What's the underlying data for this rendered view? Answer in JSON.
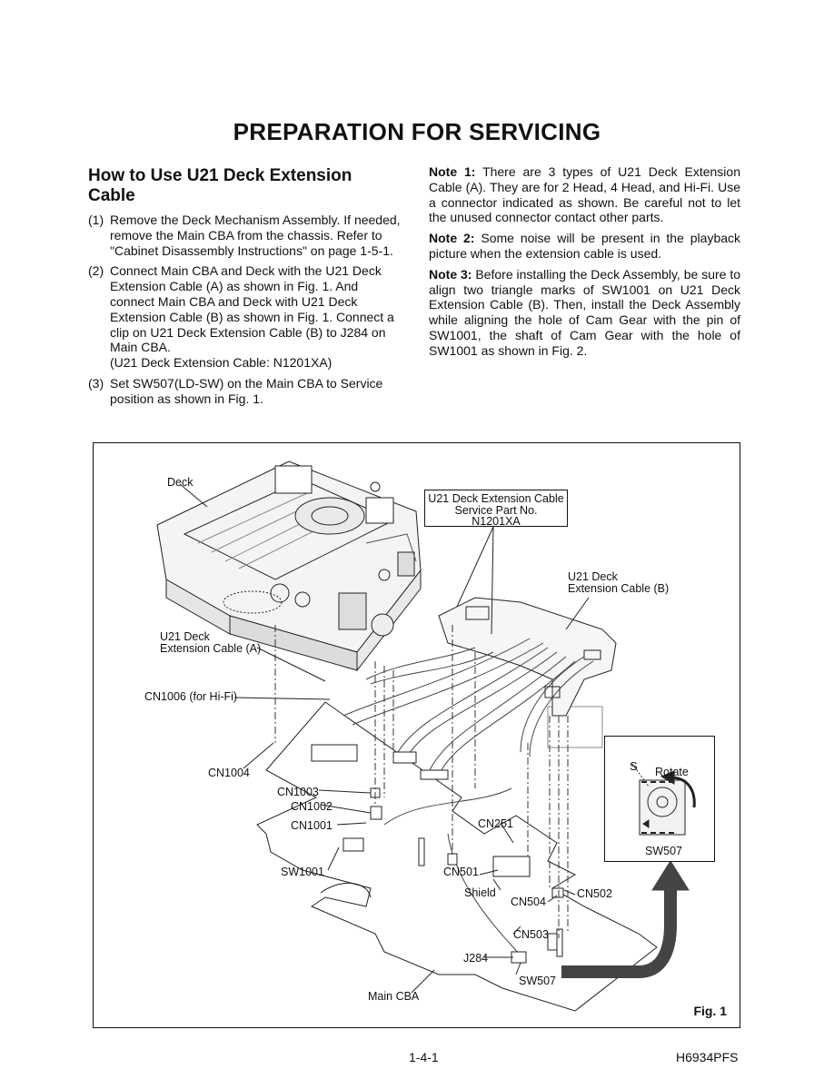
{
  "page": {
    "title": "PREPARATION FOR SERVICING",
    "page_number": "1-4-1",
    "doc_code": "H6934PFS"
  },
  "section": {
    "heading": "How to Use U21 Deck Extension Cable",
    "steps": [
      {
        "num": "(1)",
        "text": "Remove the Deck Mechanism Assembly. If needed, remove the Main CBA from the chassis. Refer to \"Cabinet Disassembly Instructions\" on page 1-5-1."
      },
      {
        "num": "(2)",
        "text": "Connect Main CBA and Deck with the U21 Deck Extension Cable (A) as shown in Fig. 1. And connect Main CBA and Deck with U21 Deck Extension Cable (B) as shown in Fig. 1. Connect a clip on U21 Deck Extension Cable (B) to J284 on Main CBA.",
        "sub": "(U21 Deck Extension Cable: N1201XA)"
      },
      {
        "num": "(3)",
        "text": "Set SW507(LD-SW) on the Main CBA to Service position as shown in Fig. 1."
      }
    ]
  },
  "notes": [
    {
      "label": "Note 1:",
      "text": "There are 3 types of U21 Deck Extension Cable (A). They are for 2 Head, 4 Head, and Hi-Fi. Use a connector indicated as shown. Be careful not to let the unused connector contact other parts."
    },
    {
      "label": "Note 2:",
      "text": "Some noise will be present in the playback picture when the extension cable is used."
    },
    {
      "label": "Note 3:",
      "text": "Before installing the Deck Assembly, be sure to align two triangle marks of SW1001 on U21 Deck Extension Cable (B). Then, install the Deck Assembly while aligning the hole of Cam Gear with the pin of SW1001, the shaft of Cam Gear with the hole of SW1001 as shown in Fig. 2."
    }
  ],
  "figure": {
    "fig_label": "Fig. 1",
    "service_box": {
      "line1": "U21 Deck Extension Cable",
      "line2": "Service Part No.",
      "line3": "N1201XA"
    },
    "labels": {
      "deck": "Deck",
      "cable_b_line1": "U21 Deck",
      "cable_b_line2": "Extension Cable (B)",
      "cable_a_line1": "U21 Deck",
      "cable_a_line2": "Extension Cable (A)",
      "cn1006": "CN1006 (for Hi-Fi)",
      "cn1004": "CN1004",
      "cn1003": "CN1003",
      "cn1002": "CN1002",
      "cn1001": "CN1001",
      "sw1001": "SW1001",
      "cn251": "CN251",
      "cn501": "CN501",
      "shield": "Shield",
      "cn504": "CN504",
      "cn502": "CN502",
      "cn503": "CN503",
      "j284": "J284",
      "sw507": "SW507",
      "main_cba": "Main CBA"
    },
    "inset": {
      "s": "S",
      "rotate": "Rotate",
      "sw507": "SW507"
    }
  }
}
